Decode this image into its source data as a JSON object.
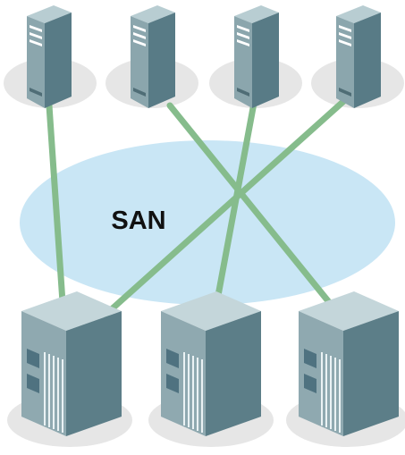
{
  "diagram": {
    "network_label": "SAN",
    "colors": {
      "background": "#ffffff",
      "san_cloud": "#c9e6f5",
      "link": "#86bc8c",
      "shadow": "#e6e6e6",
      "server_front": "#8ba6ad",
      "server_side": "#587b86",
      "server_top": "#b8cdd2",
      "storage_front": "#8fa9b0",
      "storage_side": "#5c7e88",
      "storage_top": "#c4d6da"
    },
    "servers": [
      {
        "name": "server-1-icon"
      },
      {
        "name": "server-2-icon"
      },
      {
        "name": "server-3-icon"
      },
      {
        "name": "server-4-icon"
      }
    ],
    "storage_arrays": [
      {
        "name": "storage-array-1-icon"
      },
      {
        "name": "storage-array-2-icon"
      },
      {
        "name": "storage-array-3-icon"
      }
    ],
    "connections": [
      {
        "from": "server-1",
        "to": "storage-array-1"
      },
      {
        "from": "server-2",
        "to": "storage-array-3"
      },
      {
        "from": "server-3",
        "to": "storage-array-2"
      },
      {
        "from": "server-4",
        "to": "storage-array-1"
      }
    ]
  }
}
